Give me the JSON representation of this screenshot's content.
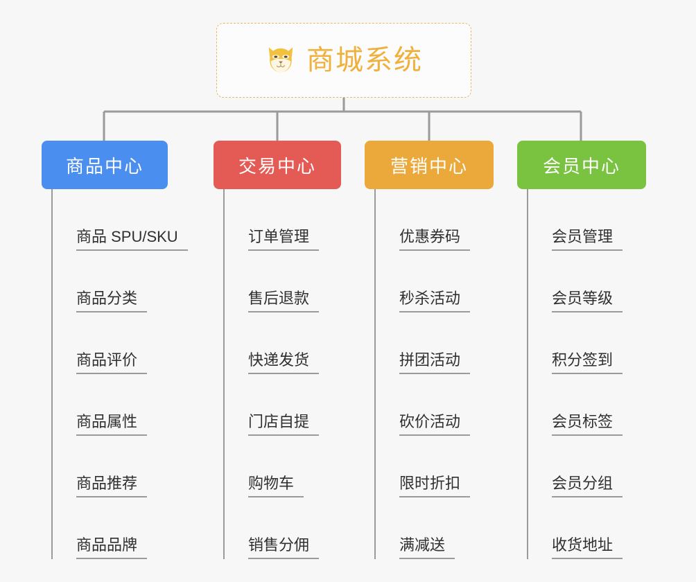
{
  "root": {
    "title": "商城系统",
    "icon": "shiba-dog-icon",
    "border_color": "#e8b964",
    "text_color": "#f0b03c",
    "background": "#fcfcfc",
    "border_style": "dashed"
  },
  "canvas": {
    "background": "#f7f7f7",
    "connector_color": "#9a9a9a"
  },
  "branches": [
    {
      "label": "商品中心",
      "color": "#4a8ef0",
      "text_color": "#ffffff",
      "leaves": [
        {
          "label": "商品 SPU/SKU"
        },
        {
          "label": "商品分类"
        },
        {
          "label": "商品评价"
        },
        {
          "label": "商品属性"
        },
        {
          "label": "商品推荐"
        },
        {
          "label": "商品品牌"
        }
      ]
    },
    {
      "label": "交易中心",
      "color": "#e45b55",
      "text_color": "#ffffff",
      "leaves": [
        {
          "label": "订单管理"
        },
        {
          "label": "售后退款"
        },
        {
          "label": "快递发货"
        },
        {
          "label": "门店自提"
        },
        {
          "label": "购物车"
        },
        {
          "label": "销售分佣"
        }
      ]
    },
    {
      "label": "营销中心",
      "color": "#eaa93a",
      "text_color": "#ffffff",
      "leaves": [
        {
          "label": "优惠券码"
        },
        {
          "label": "秒杀活动"
        },
        {
          "label": "拼团活动"
        },
        {
          "label": "砍价活动"
        },
        {
          "label": "限时折扣"
        },
        {
          "label": "满减送"
        }
      ]
    },
    {
      "label": "会员中心",
      "color": "#79c341",
      "text_color": "#ffffff",
      "leaves": [
        {
          "label": "会员管理"
        },
        {
          "label": "会员等级"
        },
        {
          "label": "积分签到"
        },
        {
          "label": "会员标签"
        },
        {
          "label": "会员分组"
        },
        {
          "label": "收货地址"
        }
      ]
    }
  ]
}
